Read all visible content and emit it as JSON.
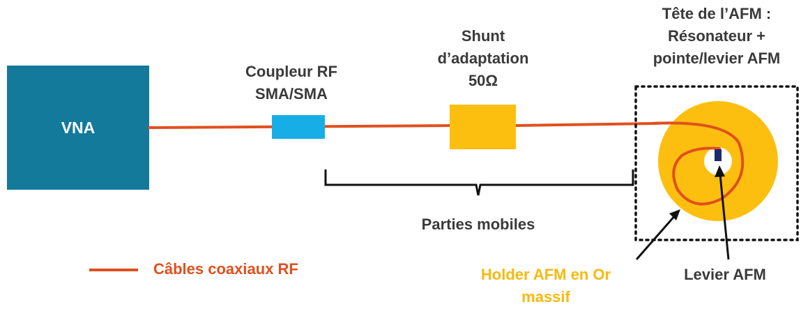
{
  "vna": {
    "label": "VNA"
  },
  "coupler": {
    "line1": "Coupleur RF",
    "line2": "SMA/SMA"
  },
  "shunt": {
    "line1": "Shunt",
    "line2": "d’adaptation",
    "line3": "50Ω"
  },
  "afm_head": {
    "line1": "Tête de l’AFM :",
    "line2": "Résonateur +",
    "line3": "pointe/levier AFM"
  },
  "mobile_parts": {
    "label": "Parties mobiles"
  },
  "legend": {
    "label": "Câbles coaxiaux RF"
  },
  "holder": {
    "line1": "Holder AFM en Or",
    "line2": "massif"
  },
  "cantilever": {
    "label": "Levier AFM"
  },
  "colors": {
    "vna_fill": "#147a9c",
    "cable": "#e0501e",
    "coupler_fill": "#17aee8",
    "shunt_fill": "#fdbf0f",
    "gold": "#fdbf0f",
    "holder_text": "#f7b90c",
    "cantilever_fill": "#1b2a6b",
    "text": "#3a3a3a"
  }
}
